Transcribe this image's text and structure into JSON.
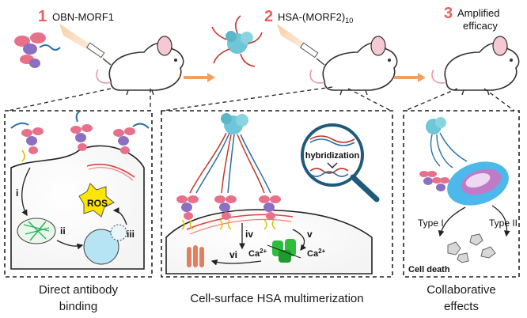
{
  "steps": [
    {
      "number": "1",
      "label": "OBN-MORF1"
    },
    {
      "number": "2",
      "label": "HSA-(MORF2)",
      "label_sub": "10"
    },
    {
      "number": "3",
      "label_line1": "Amplified",
      "label_line2": "efficacy"
    }
  ],
  "panel_left": {
    "ros_label": "ROS",
    "markers": [
      "i",
      "ii",
      "iii"
    ],
    "caption_line1": "Direct antibody",
    "caption_line2": "binding"
  },
  "panel_middle": {
    "hybridization_label": "hybridization",
    "markers": [
      "iv",
      "v",
      "vi"
    ],
    "ion_left": "Ca",
    "ion_right": "Ca",
    "ion_charge": "2+",
    "caption": "Cell-surface HSA multimerization"
  },
  "panel_right": {
    "type_left": "Type I",
    "type_right": "Type II",
    "death_label": "Cell death",
    "caption_line1": "Collaborative",
    "caption_line2": "effects"
  },
  "colors": {
    "step_number": "#e8615a",
    "arrow": "#f0a060",
    "antibody_pink": "#e8708a",
    "antibody_purple": "#8c6fc0",
    "hsa": "#6ec6d6",
    "ros_yellow": "#ffe600",
    "membrane_red": "#e04040",
    "channel_green": "#2ebd3c",
    "cell_blue": "#4db8ea"
  }
}
